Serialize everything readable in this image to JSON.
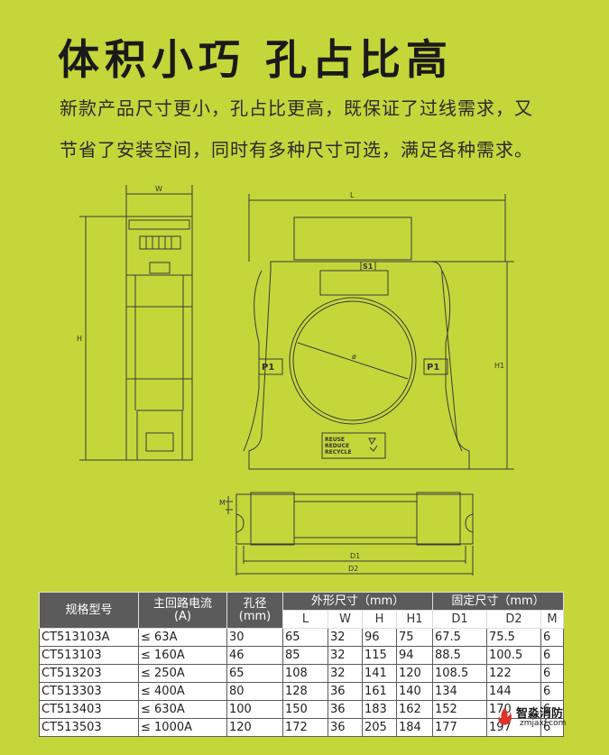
{
  "header": {
    "title": "体积小巧 孔占比高",
    "line1": "新款产品尺寸更小，孔占比更高，既保证了过线需求，又",
    "line2": "节省了安装空间，同时有多种尺寸可选，满足各种需求。"
  },
  "drawing": {
    "label_w": "W",
    "label_l": "L",
    "label_h": "H",
    "label_h1": "H1",
    "label_m": "M",
    "label_d1": "D1",
    "label_d2": "D2",
    "label_dia": "ø",
    "mark_s1": "S1",
    "mark_p1_left": "P1",
    "mark_p1_right": "P1",
    "recycle_1": "REUSE",
    "recycle_2": "REDUCE",
    "recycle_3": "RECYCLE"
  },
  "table": {
    "headers": {
      "model": "规格型号",
      "current_1": "主回路电流",
      "current_2": "(A)",
      "hole_1": "孔径",
      "hole_2": "(mm)",
      "outer": "外形尺寸（mm）",
      "fixed": "固定尺寸（mm）",
      "L": "L",
      "W": "W",
      "H": "H",
      "H1": "H1",
      "D1": "D1",
      "D2": "D2",
      "M": "M"
    },
    "rows": [
      [
        "CT513103A",
        "≤ 63A",
        "30",
        "65",
        "32",
        "96",
        "75",
        "67.5",
        "75.5",
        "6"
      ],
      [
        "CT513103",
        "≤ 160A",
        "46",
        "85",
        "32",
        "115",
        "94",
        "88.5",
        "100.5",
        "6"
      ],
      [
        "CT513203",
        "≤ 250A",
        "65",
        "108",
        "32",
        "141",
        "120",
        "108.5",
        "122",
        "6"
      ],
      [
        "CT513303",
        "≤ 400A",
        "80",
        "128",
        "36",
        "161",
        "140",
        "134",
        "144",
        "6"
      ],
      [
        "CT513403",
        "≤ 630A",
        "100",
        "150",
        "36",
        "183",
        "162",
        "152",
        "170",
        "6"
      ],
      [
        "CT513503",
        "≤ 1000A",
        "120",
        "172",
        "36",
        "205",
        "184",
        "177",
        "197",
        "6"
      ]
    ]
  },
  "watermark": {
    "name": "智淼消防",
    "url": "zmjaxf.com"
  },
  "colors": {
    "background": "#c5d63a",
    "header_cell": "#5b5b5b",
    "line": "#3a3a3a",
    "watermark_red": "#e0302a"
  }
}
